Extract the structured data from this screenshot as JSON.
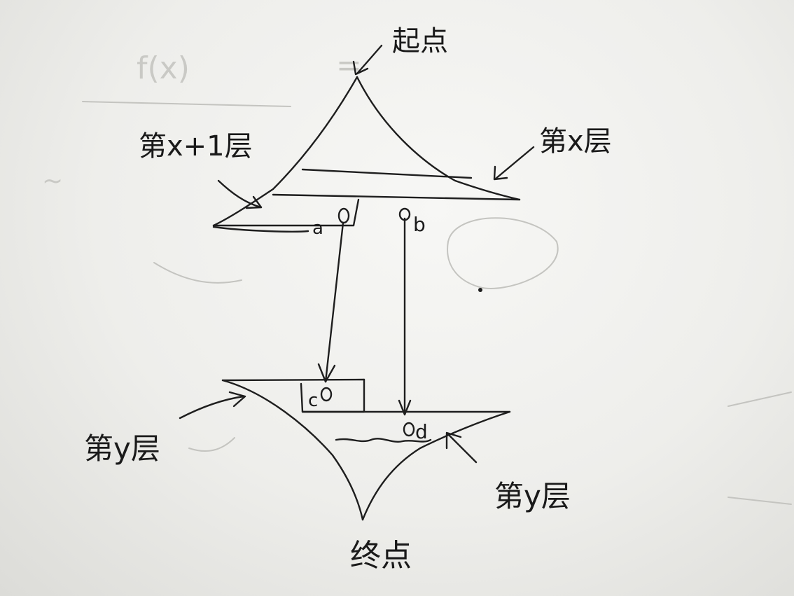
{
  "labels": {
    "start": "起点",
    "end": "终点",
    "layer_x": "第x层",
    "layer_x_plus_1": "第x+1层",
    "layer_y_left": "第y层",
    "layer_y_right": "第y层",
    "point_a": "a",
    "point_b": "b",
    "point_c": "c",
    "point_d": "d"
  },
  "colors": {
    "ink": "#1e1e1e",
    "paper": "#f2f2f0",
    "ghost": "#c4c4c0"
  }
}
